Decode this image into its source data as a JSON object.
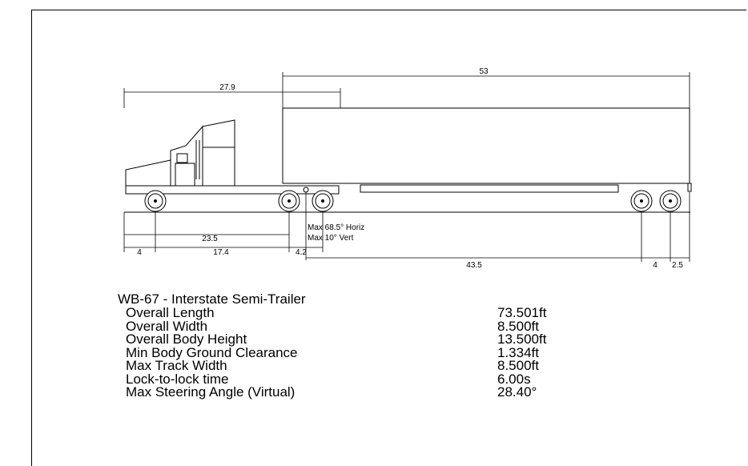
{
  "dimensions": {
    "trailer_length": "53",
    "front_overhang_to_kingpin": "27.9",
    "tractor_wheelbase": "23.5",
    "front_overhang": "4",
    "tractor_axle_spacing": "17.4",
    "kingpin_offset": "4.2",
    "trailer_wheelbase": "43.5",
    "trailer_tandem_spacing": "4",
    "rear_overhang": "2.5"
  },
  "articulation": {
    "horiz": "Max 68.5° Horiz",
    "vert": "Max 10° Vert"
  },
  "vehicle": {
    "title": "WB-67 - Interstate Semi-Trailer",
    "specs": [
      {
        "label": "Overall Length",
        "value": "73.501ft"
      },
      {
        "label": "Overall Width",
        "value": "8.500ft"
      },
      {
        "label": "Overall Body Height",
        "value": "13.500ft"
      },
      {
        "label": "Min Body Ground Clearance",
        "value": "1.334ft"
      },
      {
        "label": "Max Track Width",
        "value": "8.500ft"
      },
      {
        "label": "Lock-to-lock time",
        "value": "6.00s"
      },
      {
        "label": "Max Steering Angle (Virtual)",
        "value": "28.40°"
      }
    ]
  }
}
